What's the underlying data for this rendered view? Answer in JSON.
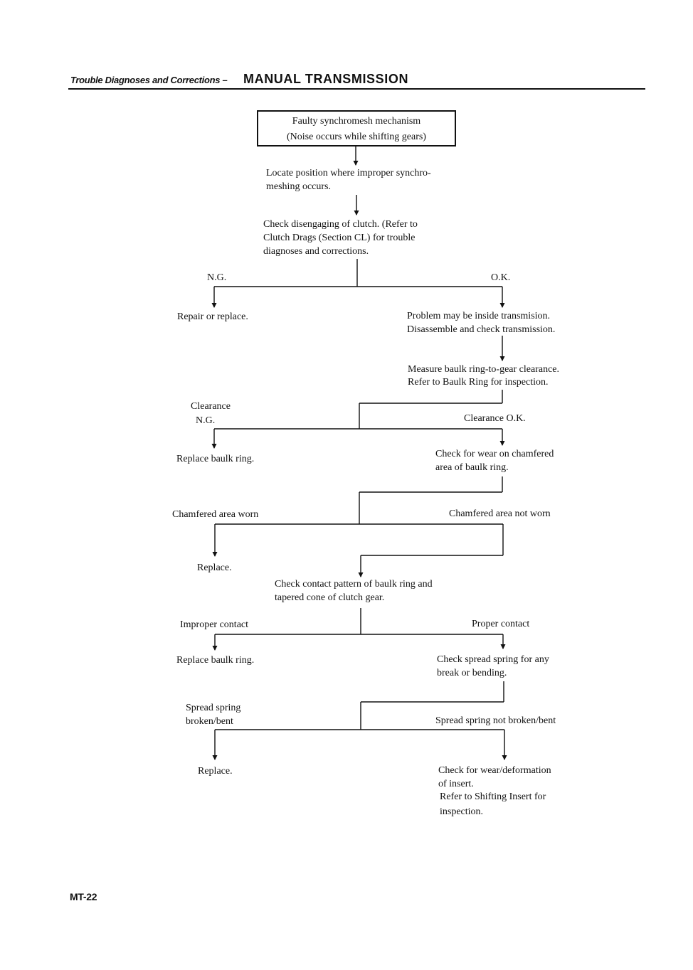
{
  "header": {
    "section": "Trouble Diagnoses and Corrections –",
    "title": "MANUAL TRANSMISSION"
  },
  "start_box": {
    "line1": "Faulty synchromesh mechanism",
    "line2": "(Noise occurs while shifting gears)"
  },
  "steps": {
    "locate": [
      "Locate position where improper synchro-",
      "meshing occurs."
    ],
    "check_clutch": [
      "Check disengaging of clutch. (Refer to",
      "Clutch Drags (Section CL) for trouble",
      "diagnoses and corrections."
    ],
    "ng_label": "N.G.",
    "ok_label": "O.K.",
    "repair": "Repair or replace.",
    "problem": [
      "Problem may be inside transmision.",
      "Disassemble and check transmission."
    ],
    "measure": [
      "Measure baulk ring-to-gear clearance.",
      "Refer to Baulk Ring for inspection."
    ],
    "clearance_ng": [
      "Clearance",
      "N.G."
    ],
    "clearance_ok": "Clearance O.K.",
    "replace_baulk_1": "Replace baulk ring.",
    "check_wear": [
      "Check for wear on chamfered",
      "area of baulk ring."
    ],
    "chamfer_worn": "Chamfered area worn",
    "chamfer_not_worn": "Chamfered area not worn",
    "replace_1": "Replace.",
    "contact_pattern": [
      "Check contact pattern of baulk ring and",
      "tapered cone of clutch gear."
    ],
    "improper_contact": "Improper contact",
    "proper_contact": "Proper contact",
    "replace_baulk_2": "Replace baulk ring.",
    "check_spring": [
      "Check spread spring for any",
      "break or bending."
    ],
    "spring_broken": [
      "Spread spring",
      "broken/bent"
    ],
    "spring_ok": "Spread spring not broken/bent",
    "replace_2": "Replace.",
    "check_insert": [
      "Check for wear/deformation",
      "of insert.",
      "Refer to Shifting Insert for",
      "inspection."
    ]
  },
  "footer": {
    "page_number": "MT-22"
  }
}
